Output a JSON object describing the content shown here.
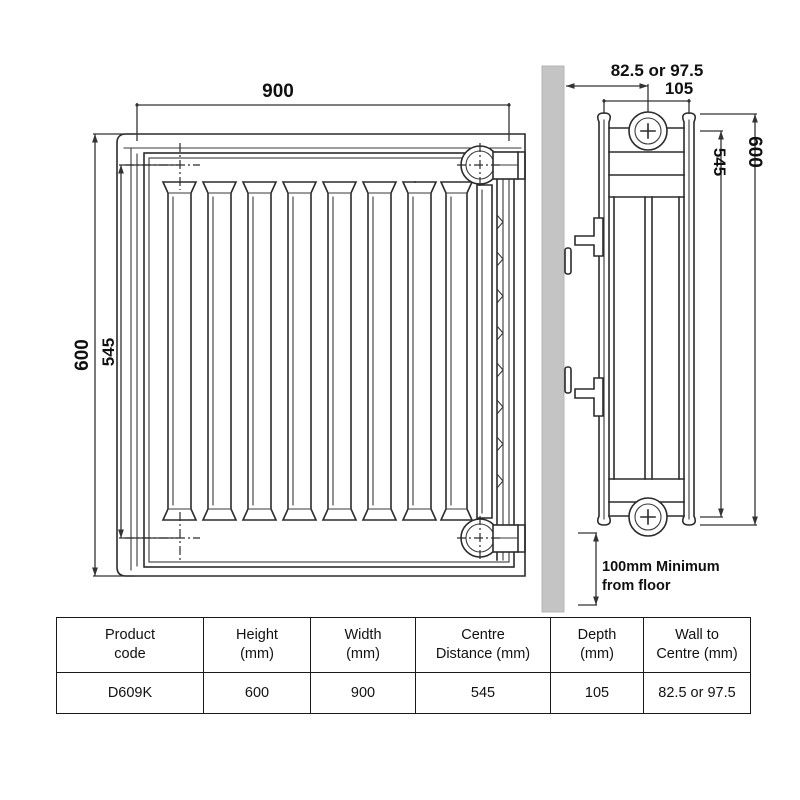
{
  "drawing": {
    "title_hidden": "",
    "front_view": {
      "name": "front-elevation",
      "width_dim": "900",
      "height_dim": "600",
      "centre_dim": "545",
      "fin_count": 9
    },
    "side_view": {
      "name": "side-elevation",
      "wall_to_centre_dim": "82.5 or 97.5",
      "depth_dim": "105",
      "centre_dim": "545",
      "height_dim": "600",
      "floor_note_line1": "100mm Minimum",
      "floor_note_line2": "from floor"
    },
    "icons": {
      "valve_icon": "valve-crosshair-icon",
      "wall_icon": "wall-hatch-icon"
    },
    "colors": {
      "line": "#2b2b2b",
      "wall": "#c4c4c4",
      "text": "#101010",
      "background": "#ffffff"
    }
  },
  "table": {
    "headers": [
      {
        "line1": "Product",
        "line2": "code"
      },
      {
        "line1": "Height",
        "line2": "(mm)"
      },
      {
        "line1": "Width",
        "line2": "(mm)"
      },
      {
        "line1": "Centre",
        "line2": "Distance (mm)"
      },
      {
        "line1": "Depth",
        "line2": "(mm)"
      },
      {
        "line1": "Wall to",
        "line2": "Centre (mm)"
      }
    ],
    "rows": [
      {
        "product_code": "D609K",
        "height": "600",
        "width": "900",
        "centre_distance": "545",
        "depth": "105",
        "wall_to_centre": "82.5 or 97.5"
      }
    ]
  }
}
